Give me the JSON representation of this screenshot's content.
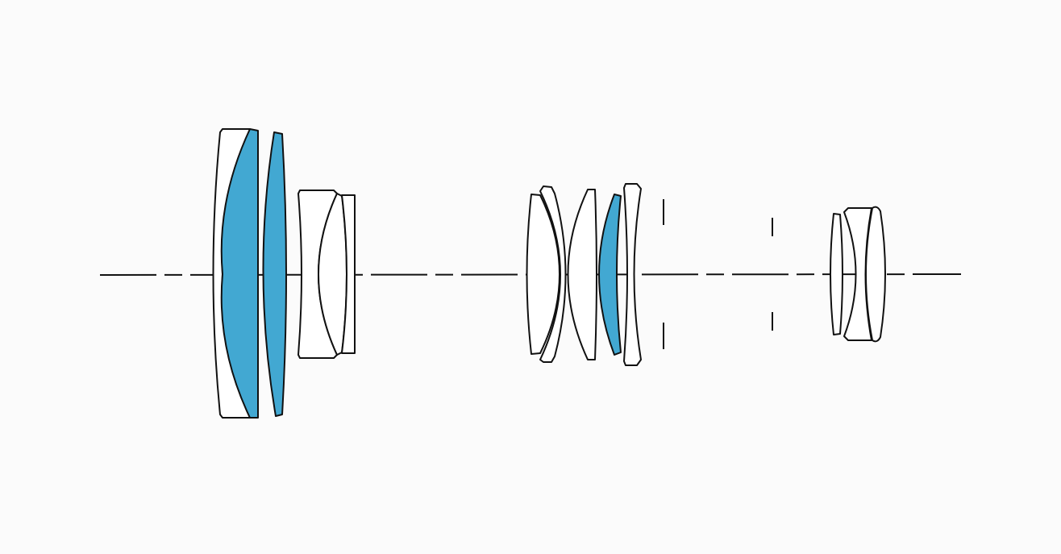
{
  "colors": {
    "background": "#fbfbfb",
    "outline": "#111111",
    "glass_standard": "#ffffff",
    "glass_special": "#42a8d2"
  },
  "elements": [
    {
      "name": "lens-element-1",
      "group": "front-group",
      "glass": "standard"
    },
    {
      "name": "lens-element-2",
      "group": "front-group",
      "glass": "special"
    },
    {
      "name": "lens-element-3",
      "group": "front-group",
      "glass": "special"
    },
    {
      "name": "lens-element-4",
      "group": "front-group",
      "glass": "standard"
    },
    {
      "name": "lens-element-5",
      "group": "front-group",
      "glass": "standard"
    },
    {
      "name": "lens-element-6",
      "group": "front-group",
      "glass": "standard"
    },
    {
      "name": "lens-element-7",
      "group": "middle-group",
      "glass": "standard"
    },
    {
      "name": "lens-element-8",
      "group": "middle-group",
      "glass": "standard"
    },
    {
      "name": "lens-element-9",
      "group": "middle-group",
      "glass": "standard"
    },
    {
      "name": "lens-element-10",
      "group": "middle-group",
      "glass": "special"
    },
    {
      "name": "lens-element-11",
      "group": "middle-group",
      "glass": "standard"
    },
    {
      "name": "lens-element-12",
      "group": "rear-group",
      "glass": "standard"
    },
    {
      "name": "lens-element-13",
      "group": "rear-group",
      "glass": "standard"
    },
    {
      "name": "lens-element-14",
      "group": "rear-group",
      "glass": "standard"
    }
  ],
  "stops": [
    {
      "name": "aperture-stop-1"
    },
    {
      "name": "aperture-stop-2"
    }
  ]
}
